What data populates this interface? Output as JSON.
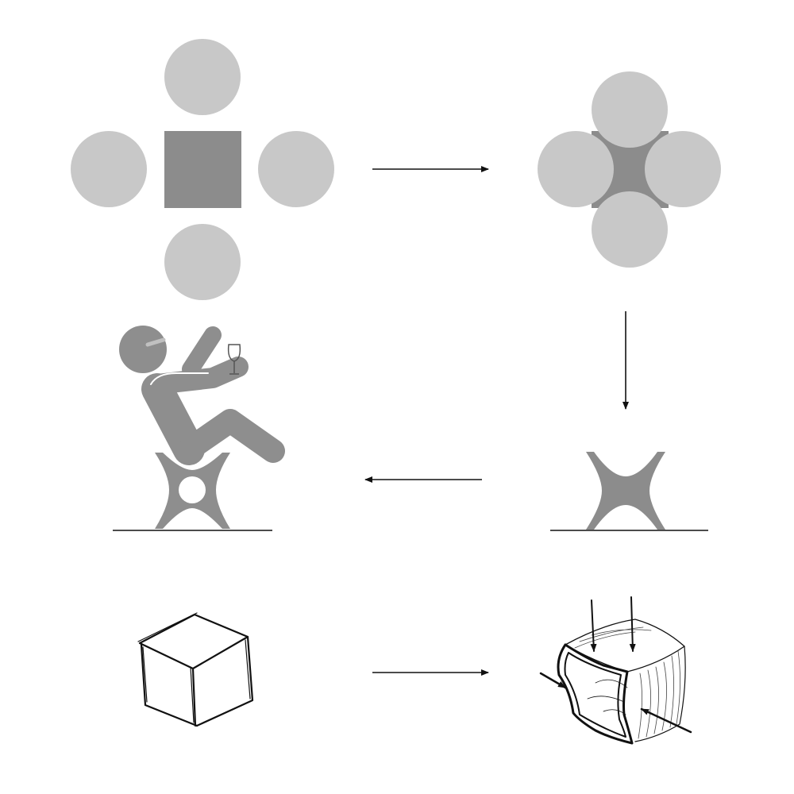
{
  "colors": {
    "background": "#ffffff",
    "light_gray": "#c8c8c8",
    "mid_gray": "#8c8c8c",
    "figure_gray": "#8e8e8e",
    "ink": "#111111"
  },
  "steps": [
    {
      "id": "separate-shapes",
      "depicts": "square-with-four-circles"
    },
    {
      "id": "overlapping-shapes",
      "depicts": "square-with-overlapping-circles"
    },
    {
      "id": "x-stool",
      "depicts": "concave-stool-on-floor"
    },
    {
      "id": "person-on-stool",
      "depicts": "person-reclining-with-glass"
    },
    {
      "id": "cube-sketch",
      "depicts": "cube"
    },
    {
      "id": "deformed-cube-sketch",
      "depicts": "cube-pressed-by-arrows"
    }
  ],
  "flow": [
    {
      "from": "separate-shapes",
      "to": "overlapping-shapes",
      "direction": "right"
    },
    {
      "from": "overlapping-shapes",
      "to": "x-stool",
      "direction": "down"
    },
    {
      "from": "x-stool",
      "to": "person-on-stool",
      "direction": "left"
    },
    {
      "from": "cube-sketch",
      "to": "deformed-cube-sketch",
      "direction": "right"
    }
  ],
  "icons": {
    "arrow": "arrow-icon",
    "glass": "wine-glass-icon"
  }
}
